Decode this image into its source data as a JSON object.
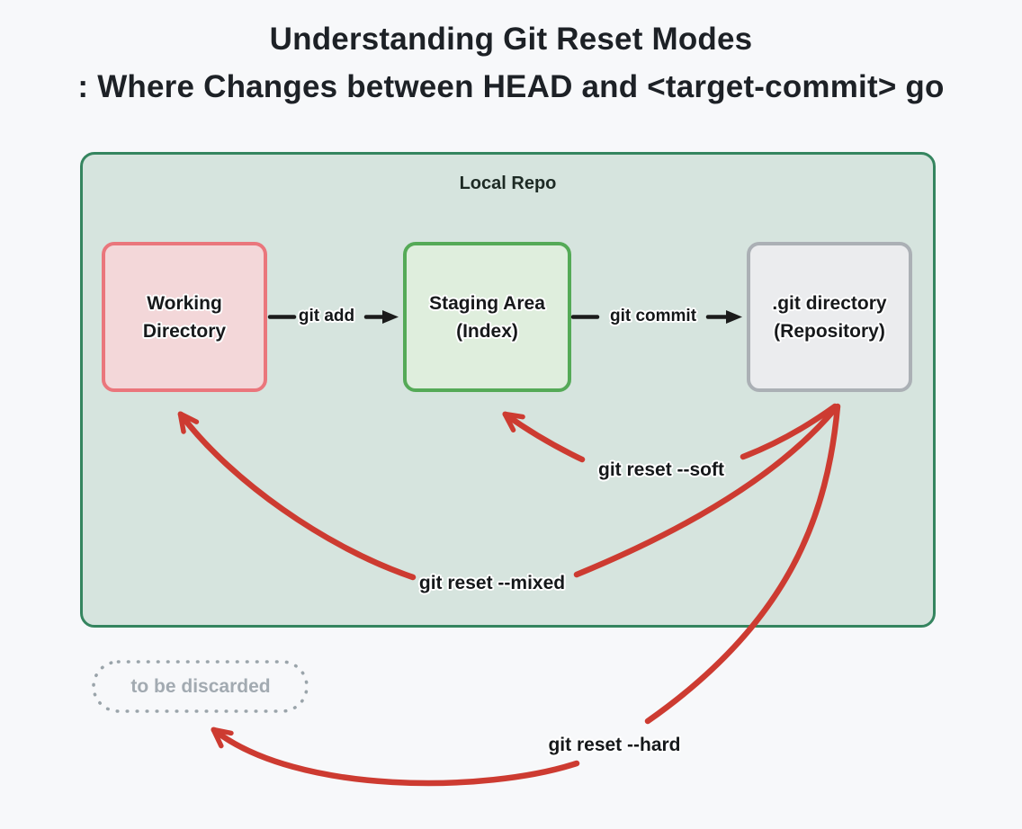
{
  "title": {
    "line1": "Understanding Git Reset Modes",
    "line2": ": Where Changes between HEAD and <target-commit> go"
  },
  "local_repo": {
    "label": "Local Repo"
  },
  "boxes": {
    "working_directory": {
      "line1": "Working",
      "line2": "Directory"
    },
    "staging_area": {
      "line1": "Staging Area",
      "line2": "(Index)"
    },
    "git_directory": {
      "line1": ".git directory",
      "line2": "(Repository)"
    }
  },
  "flow_arrows": {
    "git_add": "git add",
    "git_commit": "git commit"
  },
  "reset_arrows": {
    "soft": "git reset --soft",
    "mixed": "git reset --mixed",
    "hard": "git reset --hard"
  },
  "discard_zone": {
    "label": "to be discarded"
  },
  "colors": {
    "page_bg": "#f7f8fa",
    "title_text": "#1d2126",
    "repo_fill": "#d6e4de",
    "repo_border": "#35855f",
    "working_fill": "#f3d7d9",
    "working_border": "#ea767c",
    "staging_fill": "#dfeedd",
    "staging_border": "#55aa57",
    "git_dir_fill": "#ebecee",
    "git_dir_border": "#abb0b5",
    "flow_arrow": "#1b1b1b",
    "reset_arrow": "#cd3b31",
    "discard_gray": "#9aa4aa"
  }
}
